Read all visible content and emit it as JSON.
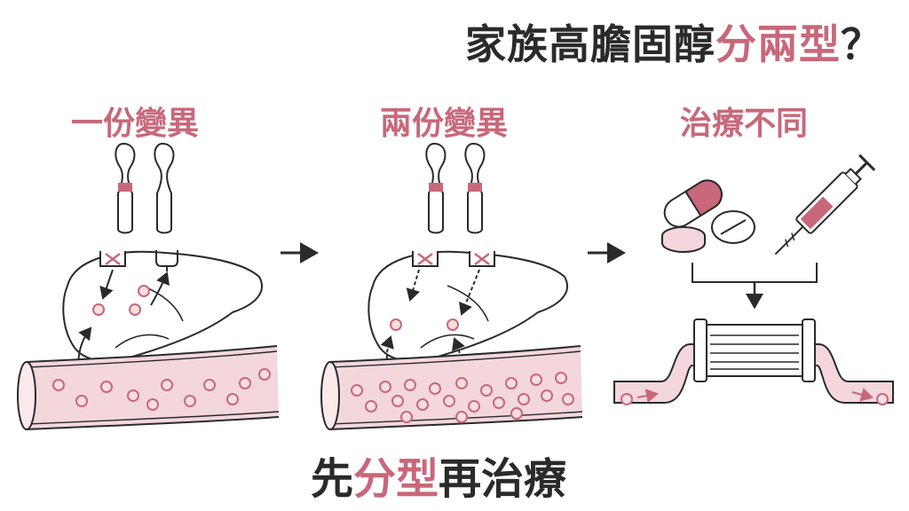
{
  "title": {
    "part1": "家族高膽固醇",
    "part2": "分兩型",
    "part3": "？"
  },
  "panels": [
    {
      "label": "一份變異"
    },
    {
      "label": "兩份變異"
    },
    {
      "label": "治療不同"
    }
  ],
  "bottom": {
    "part1": "先",
    "part2": "分型",
    "part3": "再治療"
  },
  "colors": {
    "accent": "#c8687a",
    "ink": "#2a2a2a",
    "vessel": "#f3d7dc",
    "particle": "#f6dde1"
  },
  "icons": [
    "chromosome-icon",
    "receptor-icon",
    "blocked-receptor-icon",
    "liver-icon",
    "blood-vessel-icon",
    "arrow-right-icon",
    "capsule-icon",
    "pill-icon",
    "syringe-icon",
    "filter-device-icon"
  ]
}
